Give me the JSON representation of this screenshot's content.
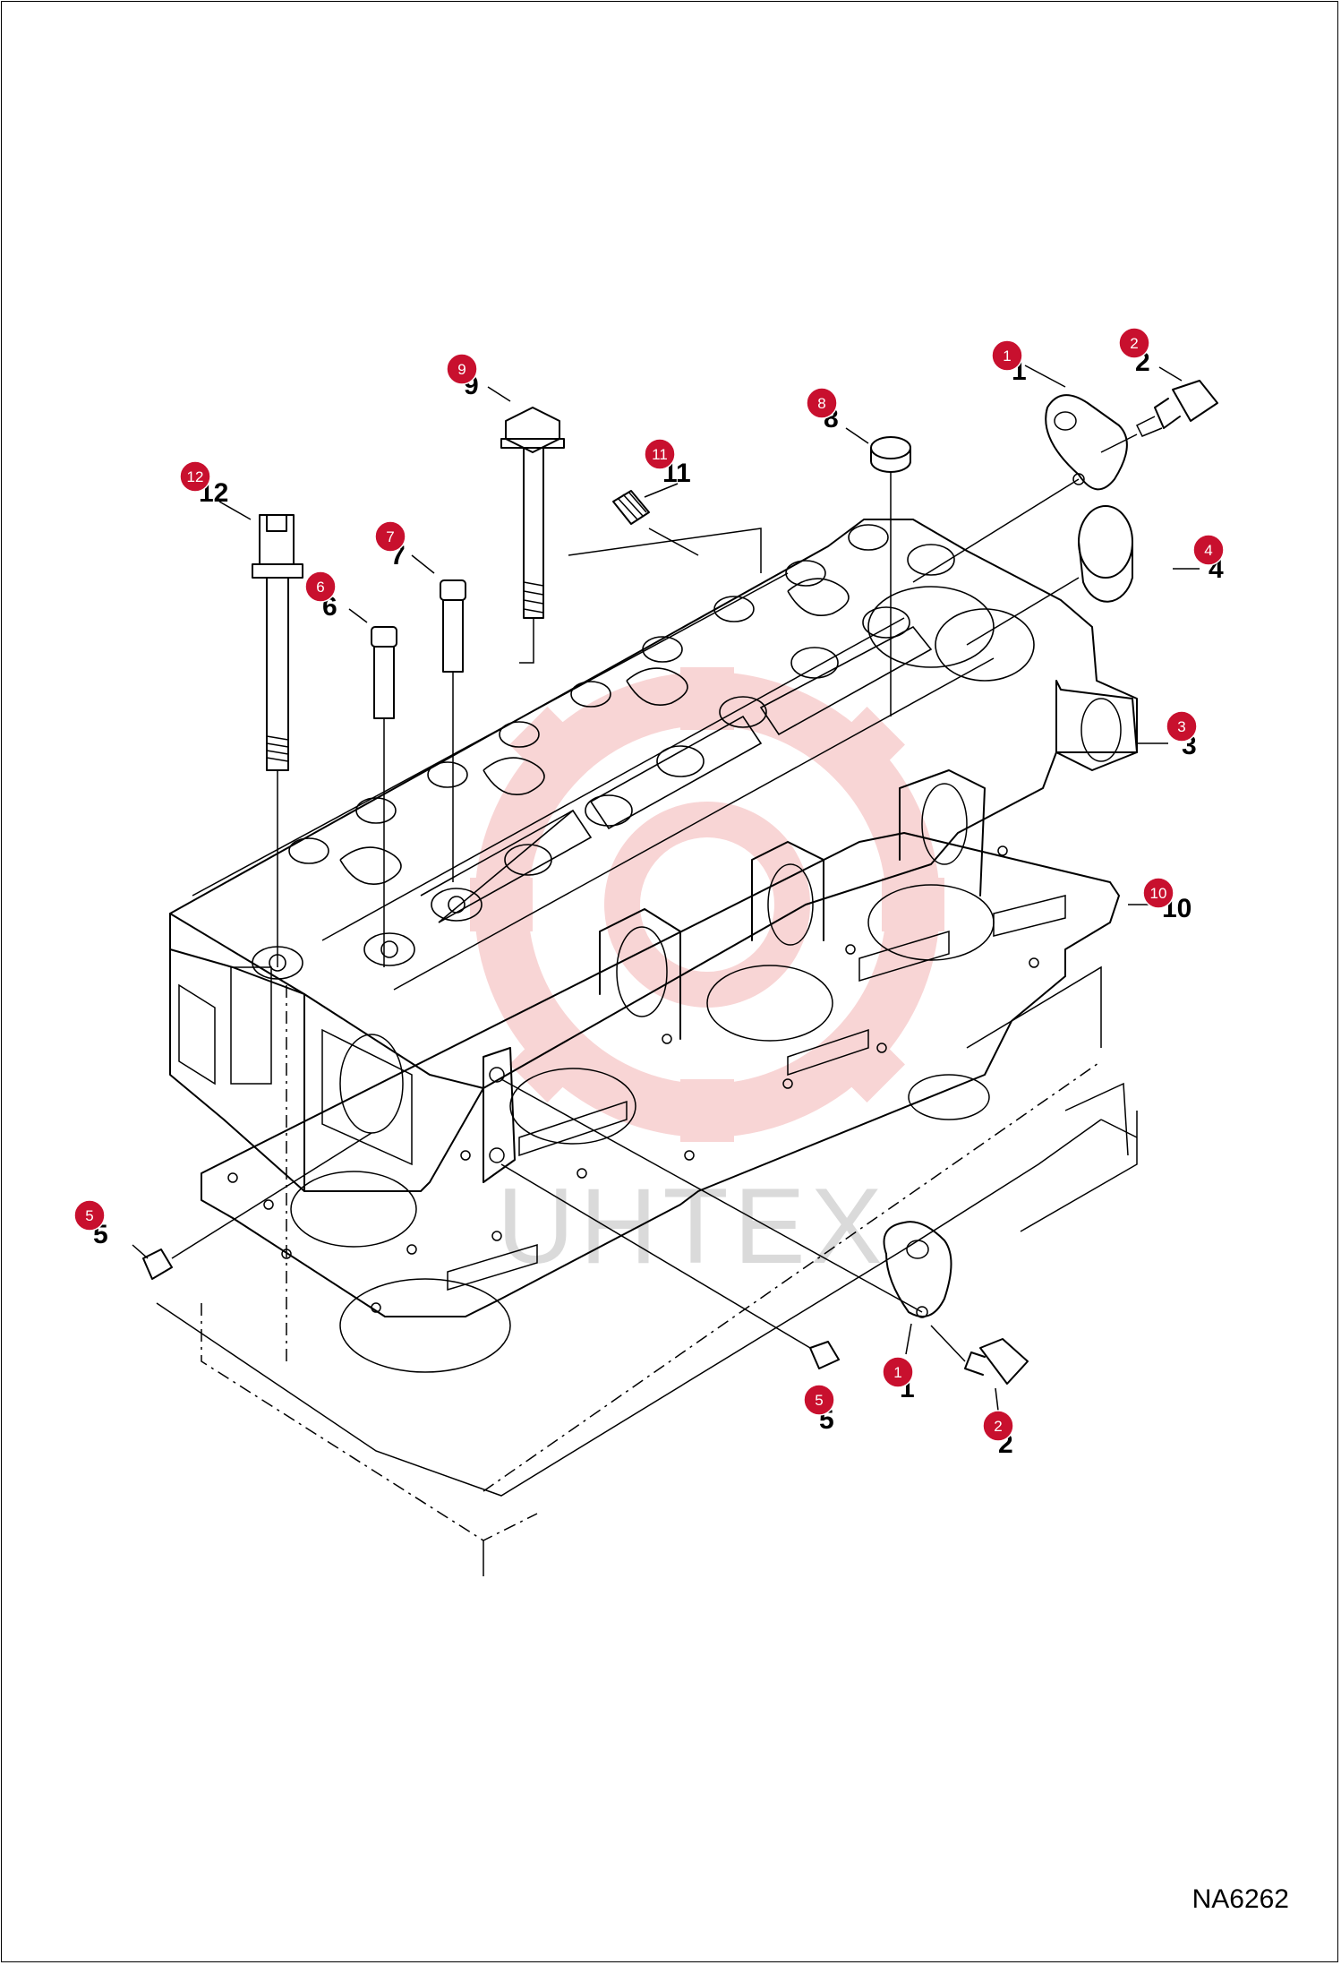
{
  "diagram": {
    "code": "NA6262",
    "watermark": "UHTEX",
    "colors": {
      "callout": "#c8102e",
      "line": "#000000",
      "watermark_gear": "#f3b3b3"
    },
    "callouts": [
      {
        "id": "c1a",
        "label": "1",
        "part": "1"
      },
      {
        "id": "c2a",
        "label": "2",
        "part": "2"
      },
      {
        "id": "c3",
        "label": "3",
        "part": "3"
      },
      {
        "id": "c4",
        "label": "4",
        "part": "4"
      },
      {
        "id": "c5a",
        "label": "5",
        "part": "5"
      },
      {
        "id": "c5b",
        "label": "5",
        "part": "5"
      },
      {
        "id": "c6",
        "label": "6",
        "part": "6"
      },
      {
        "id": "c7",
        "label": "7",
        "part": "7"
      },
      {
        "id": "c8",
        "label": "8",
        "part": "8"
      },
      {
        "id": "c9",
        "label": "9",
        "part": "9"
      },
      {
        "id": "c10",
        "label": "10",
        "part": "10"
      },
      {
        "id": "c11",
        "label": "11",
        "part": "11"
      },
      {
        "id": "c12",
        "label": "12",
        "part": "12"
      },
      {
        "id": "c1b",
        "label": "1",
        "part": "1"
      },
      {
        "id": "c2b",
        "label": "2",
        "part": "2"
      }
    ]
  }
}
